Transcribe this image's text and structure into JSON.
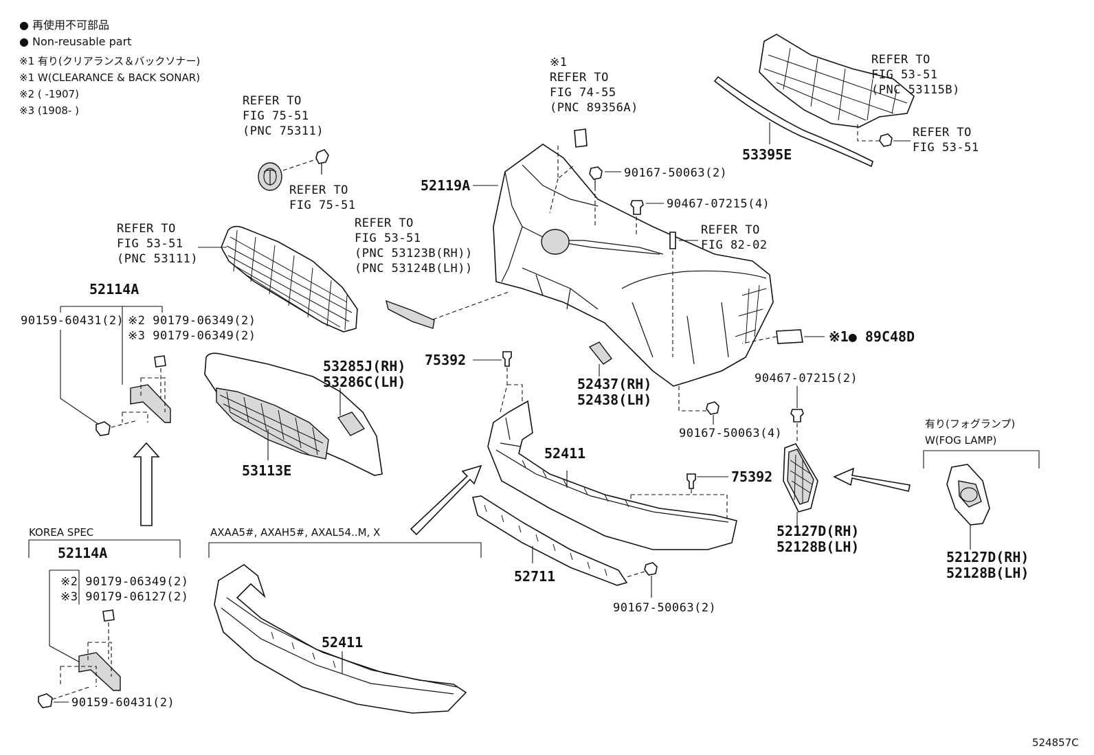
{
  "legend": {
    "line1": "● 再使用不可部品",
    "line2": "● Non-reusable part",
    "line3": "※1 有り(クリアランス＆バックソナー)",
    "line4": "※1 W(CLEARANCE & BACK SONAR)",
    "line5": "※2 (      -1907)",
    "line6": "※3 (1908-      )"
  },
  "refs": {
    "r7551a": [
      "REFER TO",
      "FIG 75-51",
      "(PNC 75311)"
    ],
    "r7551b": [
      "REFER TO",
      "FIG 75-51"
    ],
    "r5351grille": [
      "REFER TO",
      "FIG 53-51",
      "(PNC 53111)"
    ],
    "r5351trim": [
      "REFER TO",
      "FIG 53-51",
      "(PNC 53123B(RH))",
      "(PNC 53124B(LH))"
    ],
    "r7455": [
      "※1",
      "REFER TO",
      "FIG 74-55",
      "(PNC 89356A)"
    ],
    "r8202": [
      "REFER TO",
      "FIG 82-02"
    ],
    "r5351top": [
      "REFER TO",
      "FIG 53-51",
      "(PNC 53115B)"
    ],
    "r5351clip": [
      "REFER TO",
      "FIG 53-51"
    ]
  },
  "parts": {
    "p52119A": "52119A",
    "p53395E": "53395E",
    "p52114A": "52114A",
    "p52114A_korea": "52114A",
    "p90159_top": "90159-60431(2)",
    "p90179_a": "※2 90179-06349(2)",
    "p90179_b": "※3 90179-06349(2)",
    "p90179_c": "※2 90179-06349(2)",
    "p90179_d": "※3 90179-06127(2)",
    "p90159_korea": "90159-60431(2)",
    "p90167_top": "90167-50063(2)",
    "p90467_top": "90467-07215(4)",
    "p75392_a": "75392",
    "p75392_b": "75392",
    "p53285J": "53285J(RH)",
    "p53286C": "53286C(LH)",
    "p52437": "52437(RH)",
    "p52438": "52438(LH)",
    "p89C48D": "※1● 89C48D",
    "p90467_mid": "90467-07215(2)",
    "p90167_mid": "90167-50063(4)",
    "p52411_a": "52411",
    "p52411_b": "52411",
    "p53113E": "53113E",
    "p52711": "52711",
    "p90167_low": "90167-50063(2)",
    "p52127D_a": "52127D(RH)",
    "p52128B_a": "52128B(LH)",
    "p52127D_b": "52127D(RH)",
    "p52128B_b": "52128B(LH)"
  },
  "groups": {
    "korea": "KOREA SPEC",
    "axaa": "AXAA5#, AXAH5#, AXAL54..M, X",
    "fog_jp": "有り(フォグランプ)",
    "fog_en": "W(FOG LAMP)"
  },
  "illustration_id": "524857C"
}
